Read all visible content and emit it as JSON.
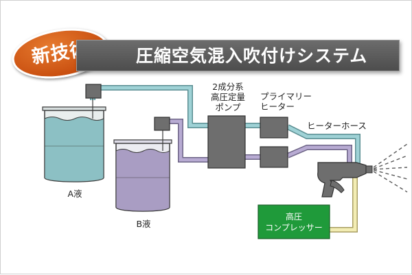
{
  "badge": "新技術",
  "title": "圧縮空気混入吹付けシステム",
  "labels": {
    "tank_a": "A液",
    "tank_b": "B液",
    "pump_line1": "2成分系",
    "pump_line2": "高圧定量",
    "pump_line3": "ポンプ",
    "primary_line1": "プライマリー",
    "primary_line2": "ヒーター",
    "hose": "ヒーターホース",
    "compressor_line1": "高圧",
    "compressor_line2": "コンプレッサー"
  },
  "colors": {
    "liquid_a": "#8cc0c4",
    "liquid_b": "#a99dc3",
    "pipe_a": "#9fd2d6",
    "pipe_b": "#b8abd3",
    "air_pipe": "#f3edb4",
    "machine": "#6e6e6e",
    "compressor": "#1f9a3a",
    "title_bg": "#5a5a5a",
    "badge": "#d4621b"
  }
}
